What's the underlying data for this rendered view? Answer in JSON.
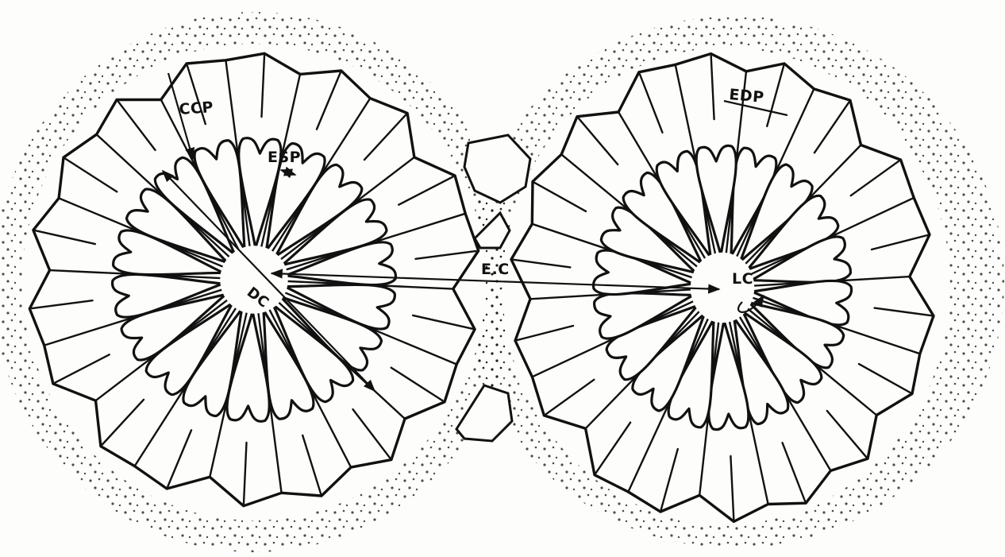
{
  "labels": {
    "ccp": "CCP",
    "esp": "ESP",
    "edp": "EDP",
    "ec": "E.C",
    "lc": "LC",
    "dc": "DC"
  }
}
